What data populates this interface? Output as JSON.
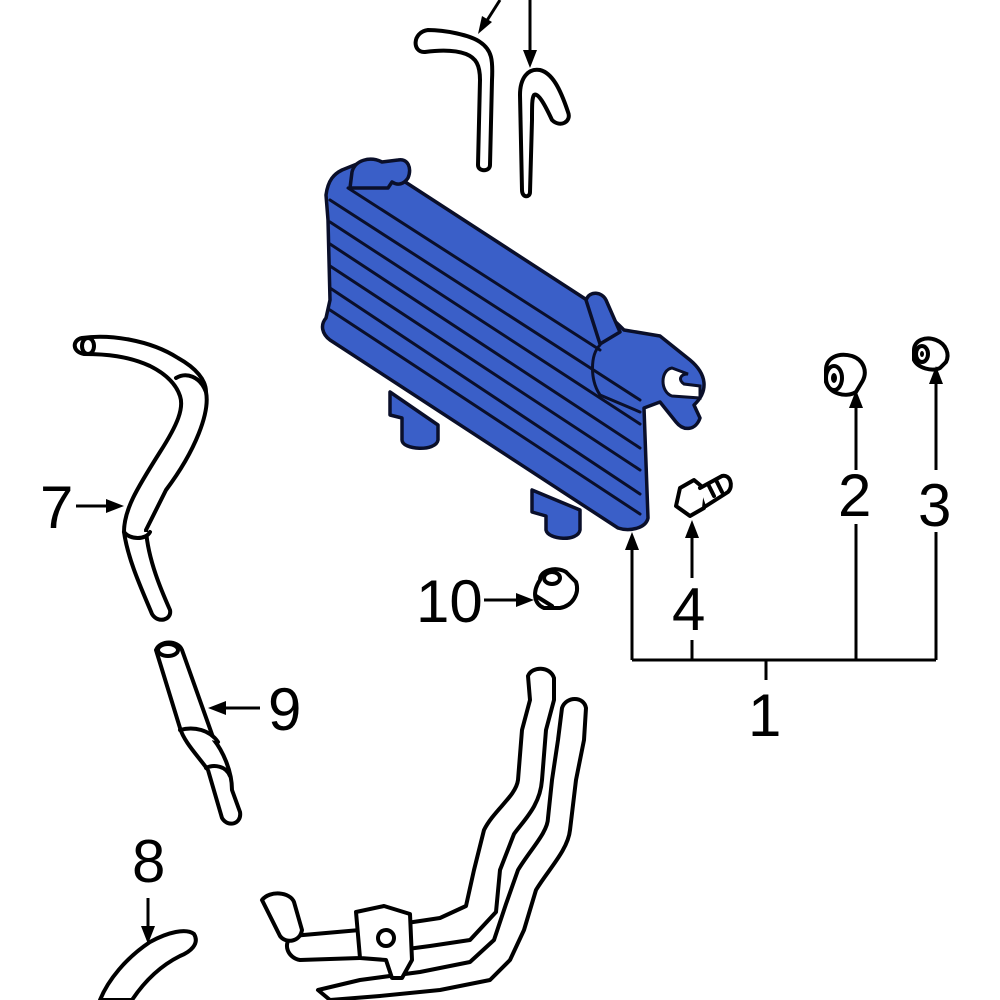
{
  "colors": {
    "highlight": "#3a5fc8",
    "outline": "#000000",
    "background": "#ffffff"
  },
  "callouts": {
    "c1": "1",
    "c2": "2",
    "c3": "3",
    "c4": "4",
    "c7": "7",
    "c8": "8",
    "c9": "9",
    "c10": "10"
  }
}
